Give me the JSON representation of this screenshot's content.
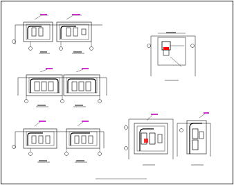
{
  "sheet": {
    "background_color": "#ffffff",
    "border_color": "#000000",
    "accent_red": "#ff0000",
    "accent_magenta": "#cc33cc",
    "line_color": "#000000"
  },
  "views": [
    {
      "id": "plan-1",
      "caption": "",
      "kind": "plan"
    },
    {
      "id": "plan-2",
      "caption": "",
      "kind": "plan"
    },
    {
      "id": "detail-top-right",
      "caption": "",
      "kind": "detail"
    },
    {
      "id": "plan-3",
      "caption": "",
      "kind": "plan"
    },
    {
      "id": "plan-4",
      "caption": "",
      "kind": "plan"
    },
    {
      "id": "plan-5",
      "caption": "",
      "kind": "plan"
    },
    {
      "id": "plan-6",
      "caption": "",
      "kind": "plan"
    },
    {
      "id": "section-1",
      "caption": "",
      "kind": "section"
    },
    {
      "id": "section-2",
      "caption": "",
      "kind": "section"
    }
  ],
  "sheet_title": ""
}
